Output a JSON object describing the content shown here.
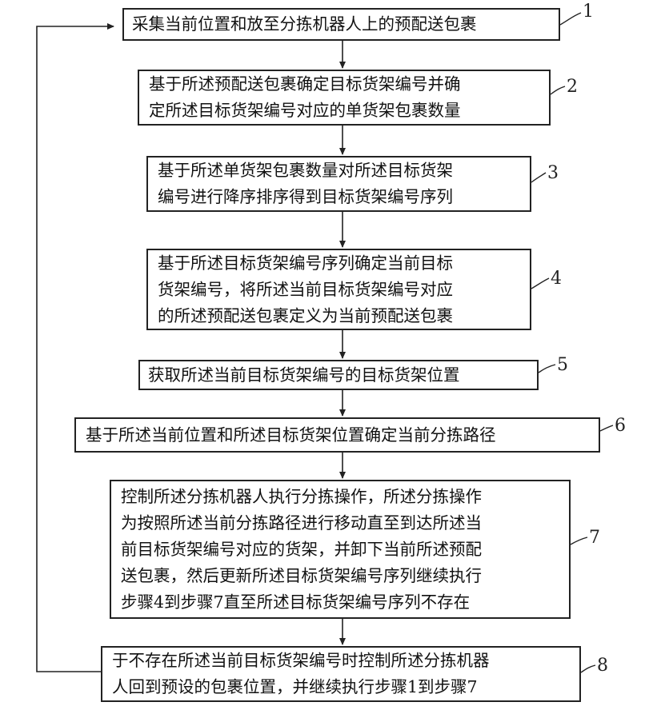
{
  "steps": [
    {
      "label": "1",
      "lines": [
        "采集当前位置和放至分拣机器人上的预配送包裹"
      ]
    },
    {
      "label": "2",
      "lines": [
        "基于所述预配送包裹确定目标货架编号并确",
        "定所述目标货架编号对应的单货架包裹数量"
      ]
    },
    {
      "label": "3",
      "lines": [
        "基于所述单货架包裹数量对所述目标货架",
        "编号进行降序排序得到目标货架编号序列"
      ]
    },
    {
      "label": "4",
      "lines": [
        "基于所述目标货架编号序列确定当前目标",
        "货架编号，将所述当前目标货架编号对应",
        "的所述预配送包裹定义为当前预配送包裹"
      ]
    },
    {
      "label": "5",
      "lines": [
        "获取所述当前目标货架编号的目标货架位置"
      ]
    },
    {
      "label": "6",
      "lines": [
        "基于所述当前位置和所述目标货架位置确定当前分拣路径"
      ]
    },
    {
      "label": "7",
      "lines": [
        "控制所述分拣机器人执行分拣操作，所述分拣操作",
        "为按照所述当前分拣路径进行移动直至到达所述当",
        "前目标货架编号对应的货架，并卸下当前所述预配",
        "送包裹，然后更新所述目标货架编号序列继续执行",
        "步骤4到步骤7直至所述目标货架编号序列不存在"
      ]
    },
    {
      "label": "8",
      "lines": [
        "于不存在所述当前目标货架编号时控制所述分拣机器",
        "人回到预设的包裹位置，并继续执行步骤1到步骤7"
      ]
    }
  ]
}
